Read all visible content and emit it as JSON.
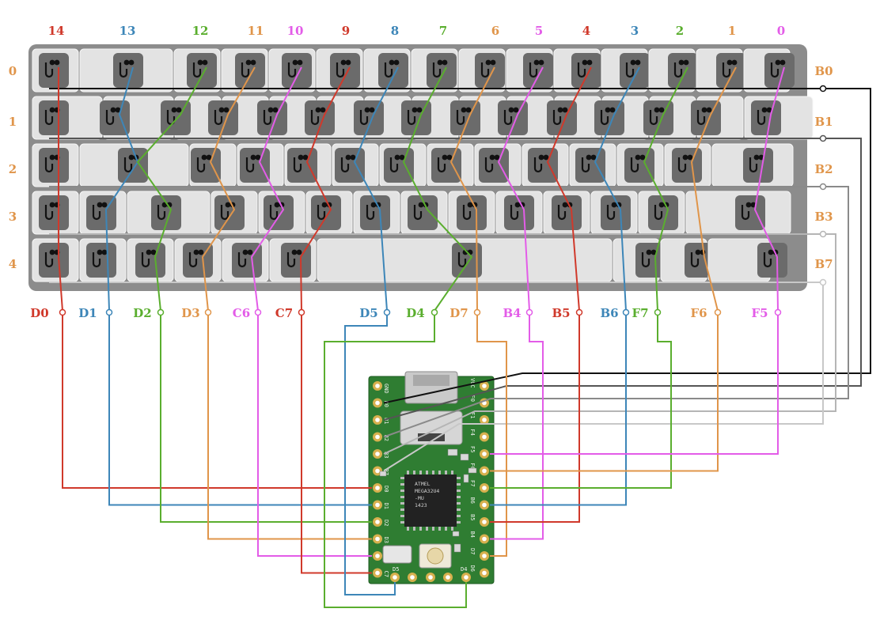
{
  "colors": {
    "red": "#d0392b",
    "blue": "#3d86b8",
    "green": "#5aae2e",
    "orange": "#e0954a",
    "magenta": "#e35ce8",
    "black": "#111111",
    "row_b0": "#111111",
    "row_b1": "#555555",
    "row_b2": "#8a8a8a",
    "row_b3": "#b5b5b5",
    "row_b7": "#c8c8c8",
    "board_frame": "#8c8c8c",
    "keycap": "#e3e3e3",
    "switch": "#6b6b6b",
    "pcb": "#2f7d32",
    "pad": "#d7b04e"
  },
  "column_numbers": [
    {
      "text": "14",
      "color": "red"
    },
    {
      "text": "13",
      "color": "blue"
    },
    {
      "text": "12",
      "color": "green"
    },
    {
      "text": "11",
      "color": "orange"
    },
    {
      "text": "10",
      "color": "magenta"
    },
    {
      "text": "9",
      "color": "red"
    },
    {
      "text": "8",
      "color": "blue"
    },
    {
      "text": "7",
      "color": "green"
    },
    {
      "text": "6",
      "color": "orange"
    },
    {
      "text": "5",
      "color": "magenta"
    },
    {
      "text": "4",
      "color": "red"
    },
    {
      "text": "3",
      "color": "blue"
    },
    {
      "text": "2",
      "color": "green"
    },
    {
      "text": "1",
      "color": "orange"
    },
    {
      "text": "0",
      "color": "magenta"
    }
  ],
  "row_numbers": [
    "0",
    "1",
    "2",
    "3",
    "4"
  ],
  "row_pins": [
    {
      "text": "B0",
      "wire": "row_b0"
    },
    {
      "text": "B1",
      "wire": "row_b1"
    },
    {
      "text": "B2",
      "wire": "row_b2"
    },
    {
      "text": "B3",
      "wire": "row_b3"
    },
    {
      "text": "B7",
      "wire": "row_b7"
    }
  ],
  "column_pins": [
    {
      "text": "D0",
      "color": "red"
    },
    {
      "text": "D1",
      "color": "blue"
    },
    {
      "text": "D2",
      "color": "green"
    },
    {
      "text": "D3",
      "color": "orange"
    },
    {
      "text": "C6",
      "color": "magenta"
    },
    {
      "text": "C7",
      "color": "red"
    },
    {
      "text": "D5",
      "color": "blue"
    },
    {
      "text": "D4",
      "color": "green"
    },
    {
      "text": "D7",
      "color": "orange"
    },
    {
      "text": "B4",
      "color": "magenta"
    },
    {
      "text": "B5",
      "color": "red"
    },
    {
      "text": "B6",
      "color": "blue"
    },
    {
      "text": "F7",
      "color": "green"
    },
    {
      "text": "F6",
      "color": "orange"
    },
    {
      "text": "F5",
      "color": "magenta"
    }
  ],
  "board": {
    "left_pins": [
      "GND",
      "B0",
      "B1",
      "B2",
      "B3",
      "B7",
      "D0",
      "D1",
      "D2",
      "D3",
      "C6",
      "C7"
    ],
    "right_pins": [
      "VCC",
      "F0",
      "F1",
      "F4",
      "F5",
      "F6",
      "F7",
      "B6",
      "B5",
      "B4",
      "D7",
      "D6"
    ],
    "bottom_pins": [
      "D5",
      "D4"
    ],
    "chip_text": [
      "ATMEL",
      "MEGA32U4",
      "-MU",
      "1423"
    ]
  }
}
